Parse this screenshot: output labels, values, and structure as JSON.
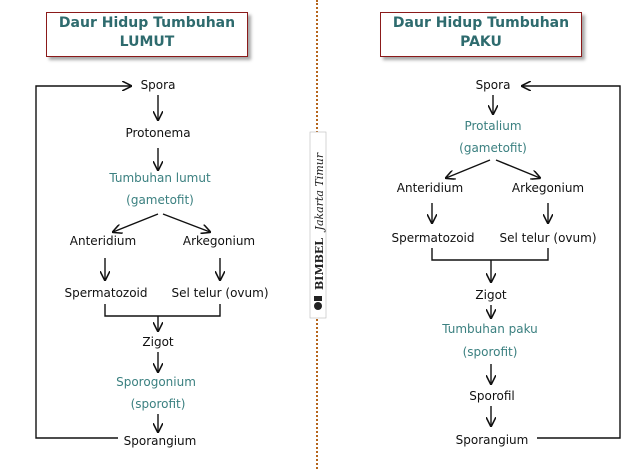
{
  "left": {
    "title": {
      "line1": "Daur Hidup Tumbuhan",
      "line2": "LUMUT"
    },
    "nodes": {
      "spora": "Spora",
      "protonema": "Protonema",
      "gametofit_1": "Tumbuhan lumut",
      "gametofit_2": "(gametofit)",
      "anteridium": "Anteridium",
      "arkegonium": "Arkegonium",
      "spermatozoid": "Spermatozoid",
      "sel_telur": "Sel telur (ovum)",
      "zigot": "Zigot",
      "sporofit_1": "Sporogonium",
      "sporofit_2": "(sporofit)",
      "sporangium": "Sporangium"
    }
  },
  "right": {
    "title": {
      "line1": "Daur Hidup Tumbuhan",
      "line2": "PAKU"
    },
    "nodes": {
      "spora": "Spora",
      "gametofit_1": "Protalium",
      "gametofit_2": "(gametofit)",
      "anteridium": "Anteridium",
      "arkegonium": "Arkegonium",
      "spermatozoid": "Spermatozoid",
      "sel_telur": "Sel telur (ovum)",
      "zigot": "Zigot",
      "sporofit_1": "Tumbuhan paku",
      "sporofit_2": "(sporofit)",
      "sporofil": "Sporofil",
      "sporangium": "Sporangium"
    }
  },
  "watermark": {
    "brand": "BIMBEL",
    "region": "Jakarta Timur"
  },
  "colors": {
    "title_border": "#8b1a1a",
    "title_text": "#2e6b6e",
    "highlight_text": "#3b8080",
    "divider": "#b5651d"
  }
}
